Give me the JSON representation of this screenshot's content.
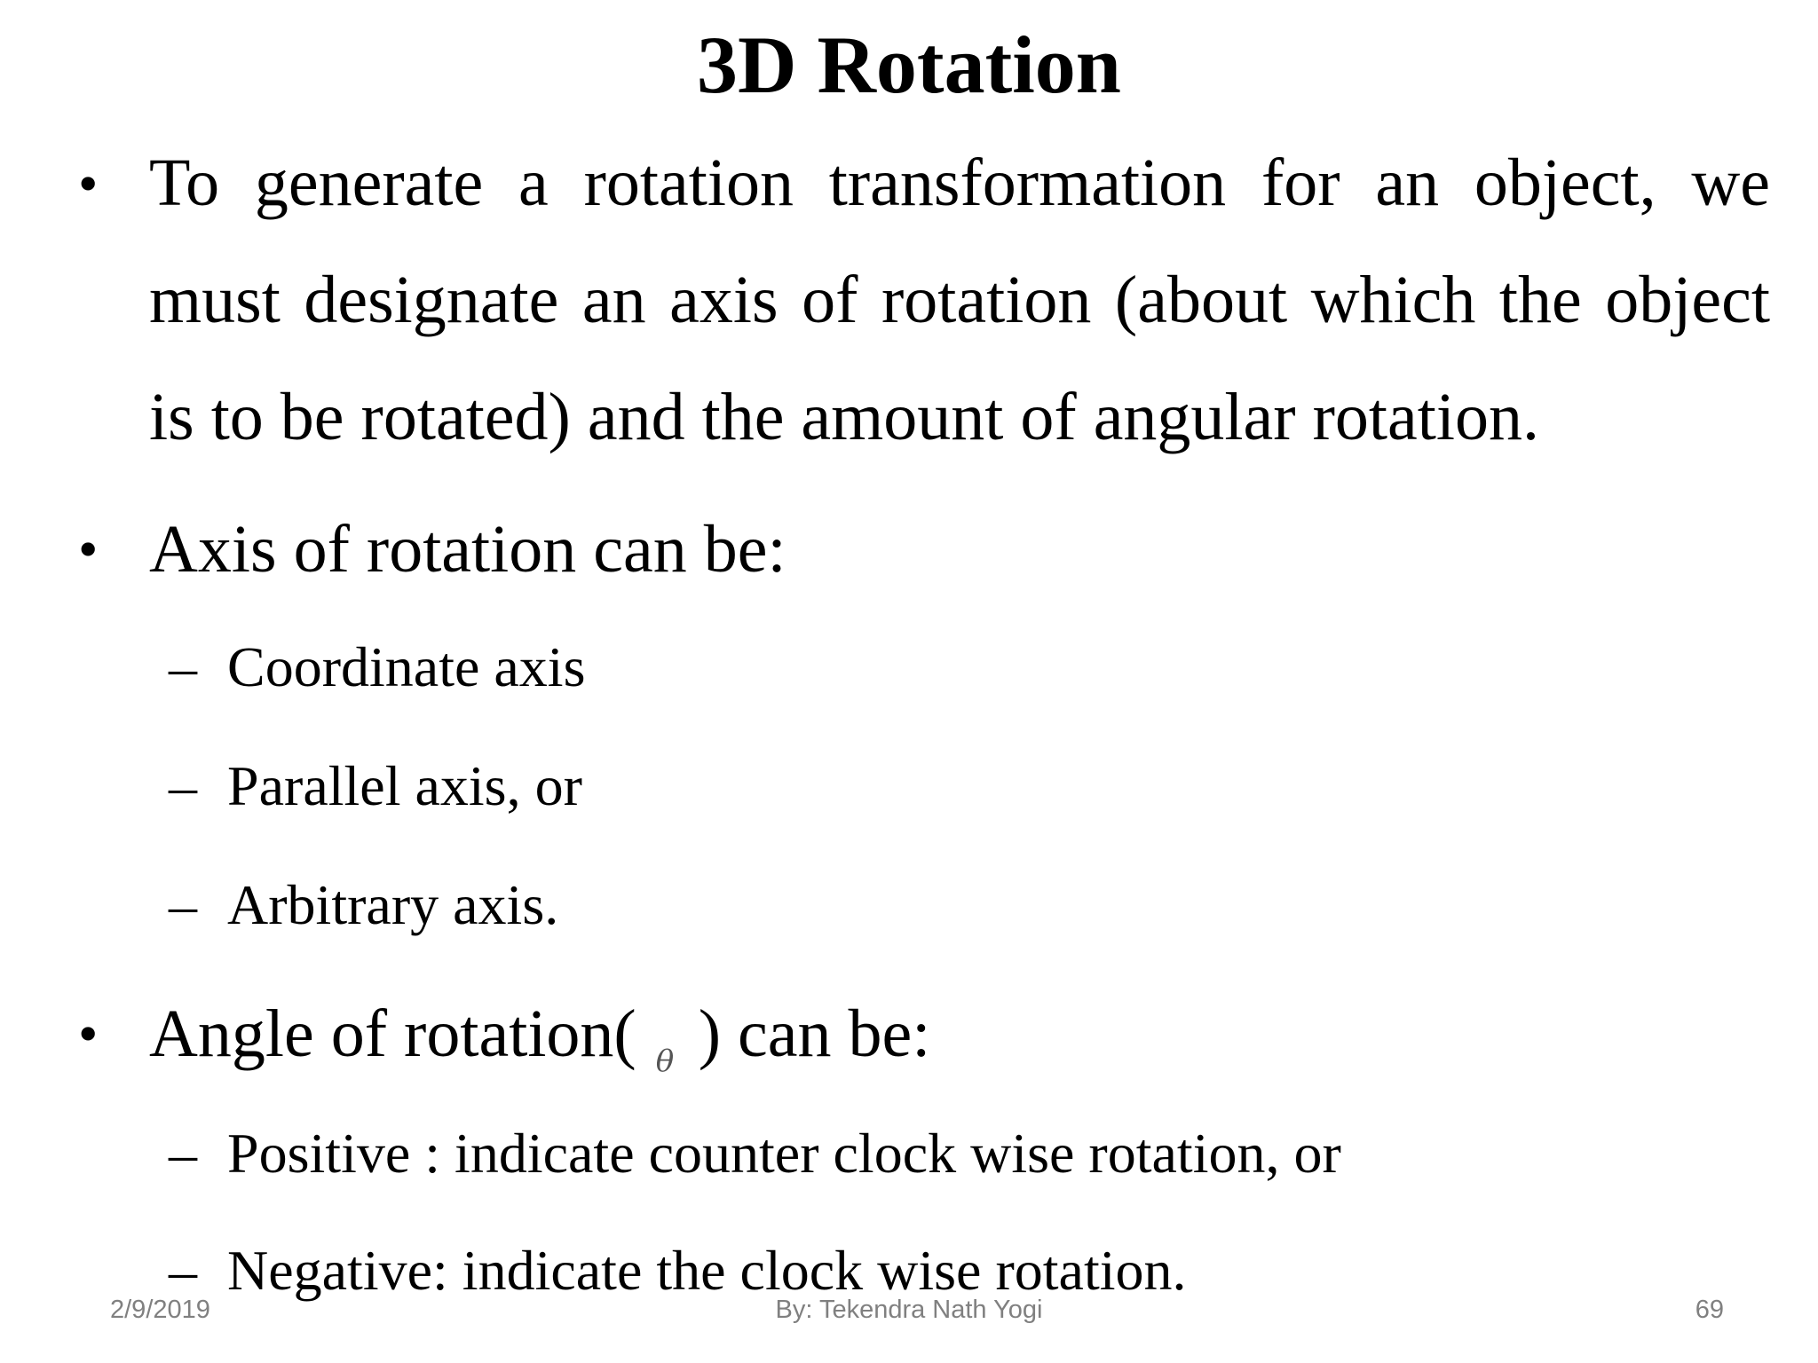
{
  "title": "3D Rotation",
  "bullets": [
    {
      "text": "To generate a rotation transformation for an object, we must designate an axis of rotation (about which the object is to be rotated) and the amount of angular rotation."
    },
    {
      "text": "Axis of rotation can be:",
      "subitems": [
        "Coordinate axis",
        "Parallel axis, or",
        "Arbitrary axis."
      ]
    },
    {
      "text_before": "Angle of rotation(",
      "symbol": "θ",
      "text_after": ") can be:",
      "subitems": [
        "Positive : indicate counter clock wise rotation, or",
        "Negative: indicate the clock wise rotation."
      ]
    }
  ],
  "bullet_glyph": "•",
  "dash_glyph": "–",
  "footer": {
    "date": "2/9/2019",
    "author": "By: Tekendra Nath Yogi",
    "page": "69"
  }
}
